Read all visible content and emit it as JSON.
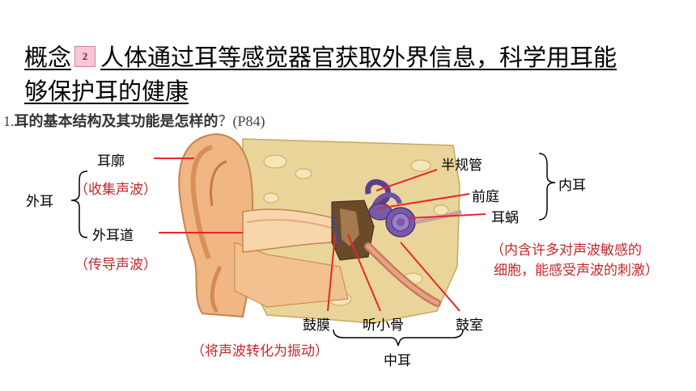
{
  "title": {
    "prefix": "概念",
    "badge": "2",
    "line1_rest": "人体通过耳等感觉器官获取外界信息，科学用耳能",
    "line2": "够保护耳的健康"
  },
  "question": {
    "number": "1.",
    "text": "耳的基本结构及其功能是怎样的",
    "ref": "？(P84)"
  },
  "labels": {
    "ear_auricle": "耳廓",
    "collect_sound": "（收集声波）",
    "outer_ear": "外耳",
    "ear_canal": "外耳道",
    "conduct_sound": "（传导声波）",
    "semicircular_canals": "半规管",
    "vestibule": "前庭",
    "cochlea": "耳蜗",
    "inner_ear": "内耳",
    "inner_ear_desc_1": "（内含许多对声波敏感的",
    "inner_ear_desc_2": "细胞，能感受声波的刺激）",
    "eardrum": "鼓膜",
    "ossicles": "听小骨",
    "tympanic_cavity": "鼓室",
    "eardrum_desc": "（将声波转化为振动）",
    "middle_ear": "中耳"
  },
  "colors": {
    "pointer": "#e8262a",
    "annotation": "#c0282d",
    "badge": "#f6c7d6",
    "skin": "#f0b683",
    "bone": "#e9d59a",
    "inner_ear": "#7a5aa8"
  }
}
